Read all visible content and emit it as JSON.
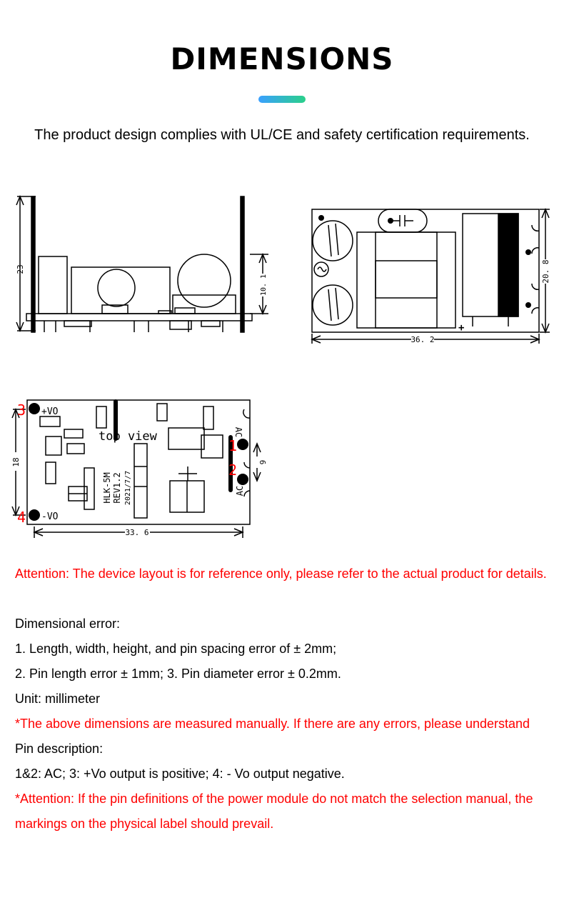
{
  "header": {
    "title": "DIMENSIONS",
    "subtitle": "The product design complies with UL/CE and safety certification requirements.",
    "accent_gradient": [
      "#3aa0ff",
      "#2ad08a"
    ]
  },
  "side_view": {
    "height_total": "23",
    "height_component": "10. 1"
  },
  "end_view": {
    "length": "36. 2",
    "width": "20. 8",
    "plus_mark": "+"
  },
  "top_view": {
    "label": "top view",
    "length": "33. 6",
    "width": "18",
    "pin_spacing": "6",
    "pin_plus_label": "+VO",
    "pin_minus_label": "-VO",
    "ac_label": "AC",
    "pin_numbers": [
      "1",
      "2",
      "3",
      "4"
    ],
    "board_text": [
      "HLK-5M",
      "REV1.2",
      "2021/7/7"
    ]
  },
  "notes": {
    "attention_layout": "Attention: The device layout is for reference only, please refer to the actual product for details.",
    "dimensional_error_heading": "Dimensional error:",
    "error_line_1": "1. Length, width, height, and pin spacing error of ± 2mm;",
    "error_line_2": "2. Pin length error ± 1mm; 3. Pin diameter error ± 0.2mm.",
    "unit": "Unit: millimeter",
    "manual_measure": "*The above dimensions are measured manually. If there are any errors, please understand",
    "pin_heading": "Pin description:",
    "pin_description": "1&2: AC; 3: +Vo output is positive; 4: - Vo output negative.",
    "attention_pins": "*Attention: If the pin definitions of the power module do not match the selection manual, the markings on the physical label should prevail."
  }
}
